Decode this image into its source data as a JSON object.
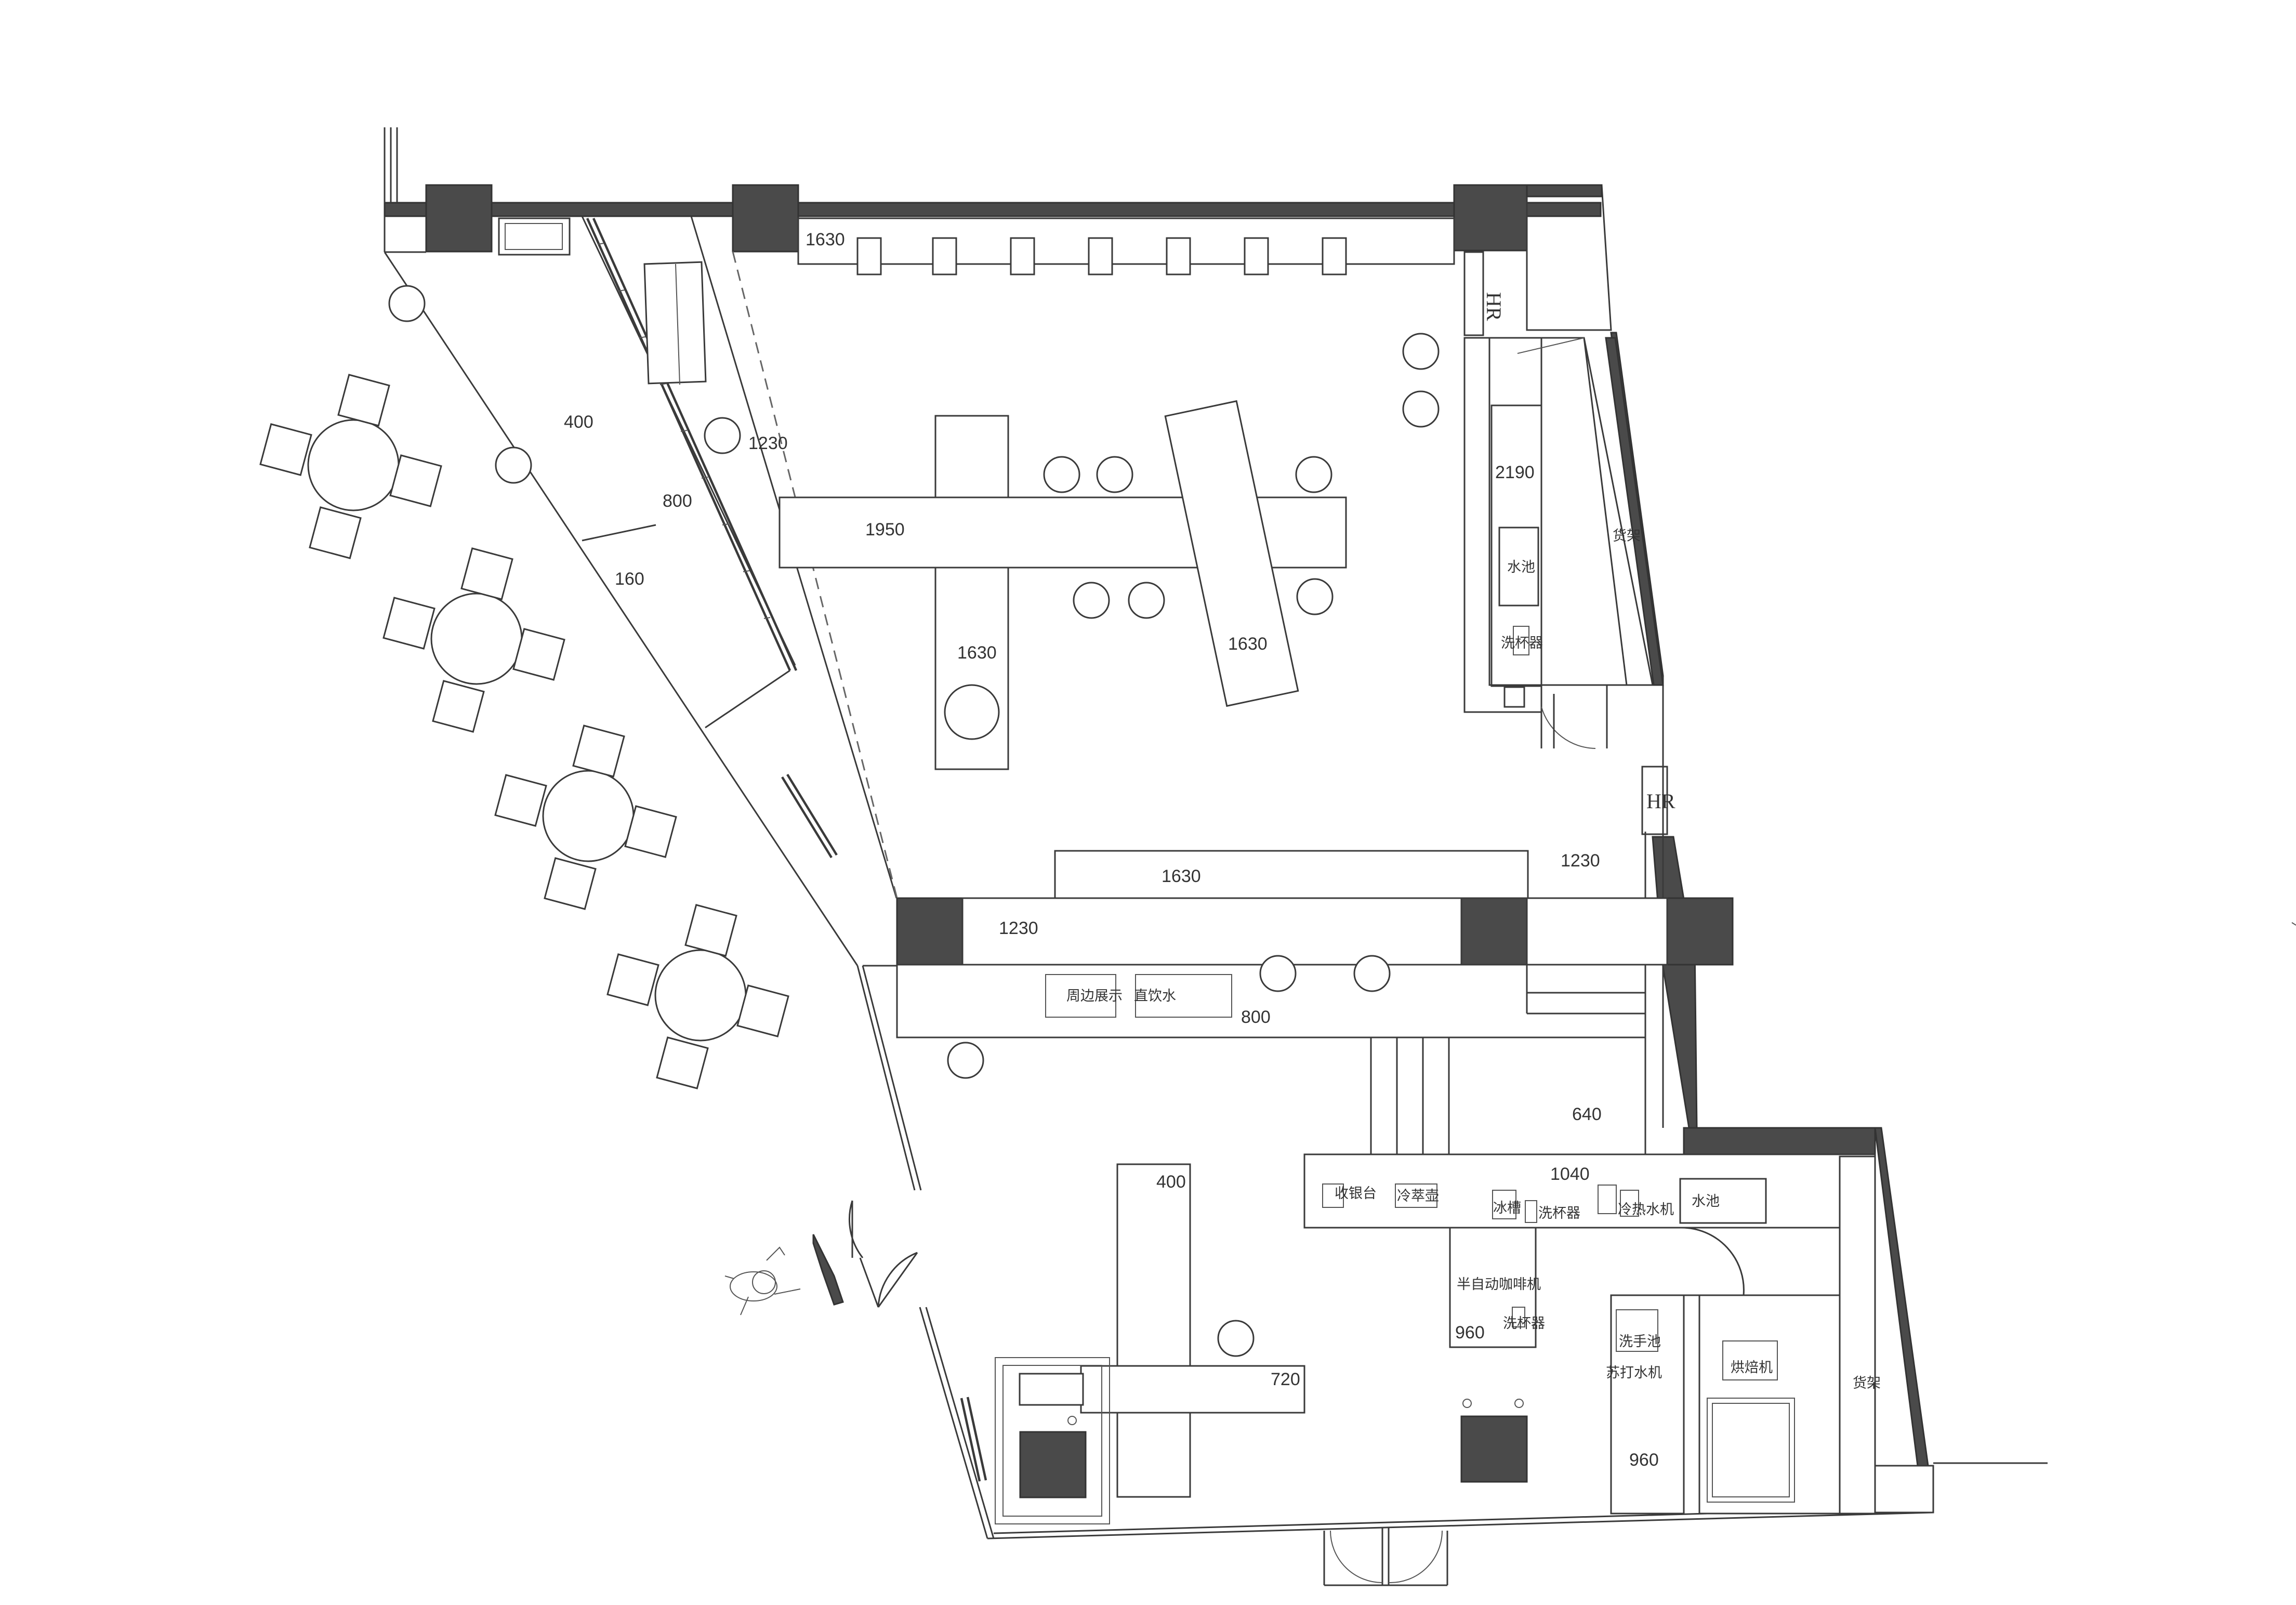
{
  "dimensions": {
    "d_1630_top": "1630",
    "d_400_terrace": "400",
    "d_1230_glass": "1230",
    "d_800_strip": "800",
    "d_160": "160",
    "d_1950_table": "1950",
    "d_1630_left_table": "1630",
    "d_1630_right_table": "1630",
    "d_2190_bar": "2190",
    "d_1630_counter": "1630",
    "d_1230_right": "1230",
    "d_1230_counter": "1230",
    "d_800_counter": "800",
    "d_640": "640",
    "d_1040": "1040",
    "d_400_cross": "400",
    "d_720": "720",
    "d_960_coffee": "960",
    "d_960_soda": "960"
  },
  "labels": {
    "sink_upper": "水池",
    "cup_washer_upper": "洗杯器",
    "shelf_upper": "货架",
    "merch_display": "周边展示",
    "direct_water": "直饮水",
    "cashier": "收银台",
    "cold_brew": "冷萃壶",
    "ice_bin": "冰槽",
    "cup_washer_mid": "洗杯器",
    "hot_cold_water": "冷热水机",
    "sink_lower": "水池",
    "semi_auto_coffee": "半自动咖啡机",
    "cup_washer_lower": "洗杯器",
    "hand_sink": "洗手池",
    "soda_machine": "苏打水机",
    "roaster": "烘焙机",
    "shelf_lower": "货架",
    "hr_top": "HR",
    "hr_mid": "HR"
  },
  "colors": {
    "wall_fill": "#4a4a4a",
    "line": "#3a3a3a",
    "background": "#ffffff"
  }
}
